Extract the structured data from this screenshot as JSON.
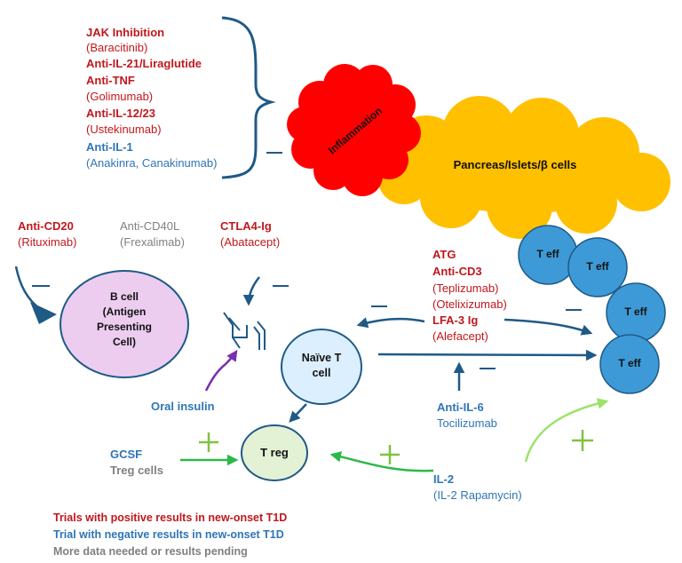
{
  "treatments": {
    "jak": {
      "name": "JAK Inhibition",
      "drug": "(Baracitinib)"
    },
    "il21": {
      "name": "Anti-IL-21/Liraglutide"
    },
    "tnf": {
      "name": "Anti-TNF",
      "drug": "(Golimumab)"
    },
    "il1223": {
      "name": "Anti-IL-12/23",
      "drug": "(Ustekinumab)"
    },
    "il1": {
      "name": "Anti-IL-1",
      "drug": "(Anakinra, Canakinumab)"
    },
    "cd20": {
      "name": "Anti-CD20",
      "drug": "(Rituximab)"
    },
    "cd40l": {
      "name": "Anti-CD40L",
      "drug": "(Frexalimab)"
    },
    "ctla4": {
      "name": "CTLA4-Ig",
      "drug": "(Abatacept)"
    },
    "atg": {
      "name": "ATG"
    },
    "cd3": {
      "name": "Anti-CD3",
      "drug1": "(Teplizumab)",
      "drug2": "(Otelixizumab)"
    },
    "lfa3": {
      "name": "LFA-3 Ig",
      "drug": "(Alefacept)"
    },
    "il6": {
      "name": "Anti-IL-6",
      "drug": "Tocilizumab"
    },
    "oral_insulin": {
      "name": "Oral insulin"
    },
    "gcsf": {
      "name": "GCSF",
      "sub": "Treg cells"
    },
    "il2": {
      "name": "IL-2",
      "drug": "(IL-2 Rapamycin)"
    }
  },
  "nodes": {
    "inflammation": "Inflammation",
    "pancreas": "Pancreas/Islets/β cells",
    "bcell": [
      "B cell",
      "(Antigen",
      "Presenting",
      "Cell)"
    ],
    "naive": [
      "Naïve T",
      "cell"
    ],
    "treg": "T reg",
    "teff": [
      "T eff",
      "T eff",
      "T eff",
      "T eff"
    ]
  },
  "signs": {
    "minus": "—",
    "plus": "+"
  },
  "legend": {
    "positive": "Trials with positive results in new-onset T1D",
    "negative": "Trial with negative results in new-onset T1D",
    "pending": "More data needed or results pending"
  },
  "colors": {
    "positive": "#c0181d",
    "negative": "#2e75b6",
    "pending": "#808080",
    "inflammation": "#ff0000",
    "pancreas": "#ffc000",
    "teff": "#3d9ad6",
    "bcell": "#eccdf0",
    "naive": "#dcefff",
    "treg": "#e3f1d5",
    "arrow": "#1f5a87",
    "green": "#2db84a",
    "purple": "#7a2fb0"
  }
}
